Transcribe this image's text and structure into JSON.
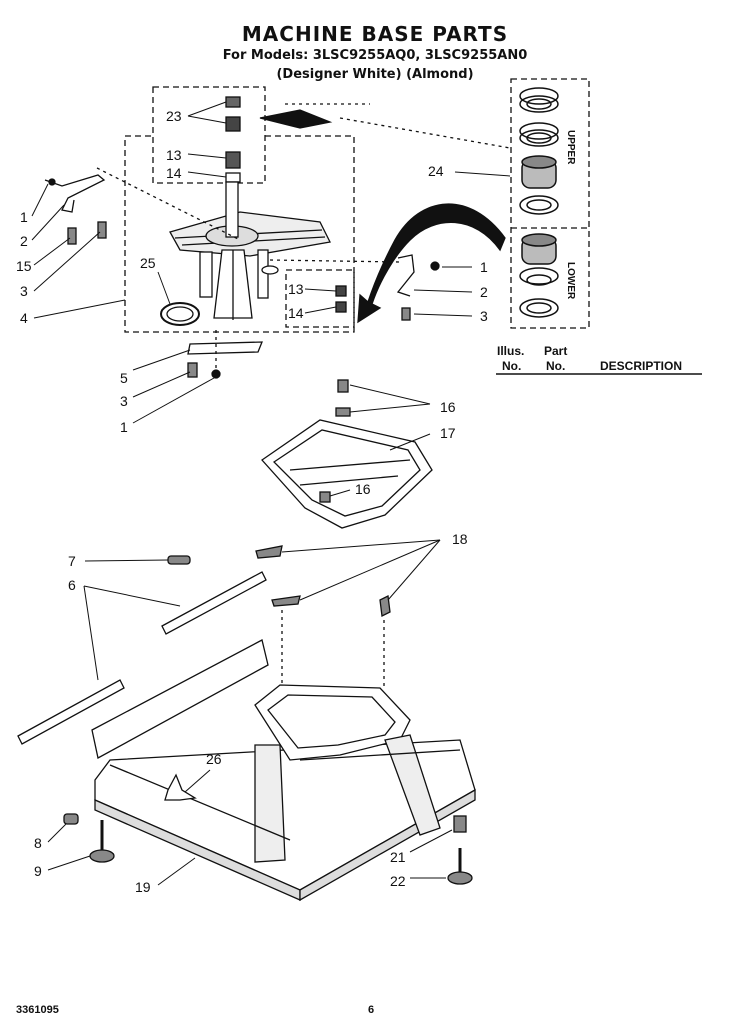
{
  "header": {
    "title": "MACHINE BASE PARTS",
    "models_line": "For Models: 3LSC9255AQ0, 3LSC9255AN0",
    "colors_line": "(Designer White)   (Almond)"
  },
  "table_header": {
    "illus": "Illus.",
    "no1": "No.",
    "part": "Part",
    "no2": "No.",
    "description": "DESCRIPTION"
  },
  "side_labels": {
    "upper": "UPPER",
    "lower": "LOWER"
  },
  "callouts": {
    "c23": "23",
    "c13a": "13",
    "c14a": "14",
    "c24": "24",
    "c1a": "1",
    "c2a": "2",
    "c15": "15",
    "c3a": "3",
    "c25": "25",
    "c4": "4",
    "c13b": "13",
    "c14b": "14",
    "c1b": "1",
    "c2b": "2",
    "c3b": "3",
    "c5": "5",
    "c3c": "3",
    "c1c": "1",
    "c16a": "16",
    "c17": "17",
    "c16b": "16",
    "c7": "7",
    "c6": "6",
    "c18": "18",
    "c26": "26",
    "c8": "8",
    "c9": "9",
    "c19": "19",
    "c21": "21",
    "c22": "22"
  },
  "footer": {
    "doc_number": "3361095",
    "page": "6"
  }
}
